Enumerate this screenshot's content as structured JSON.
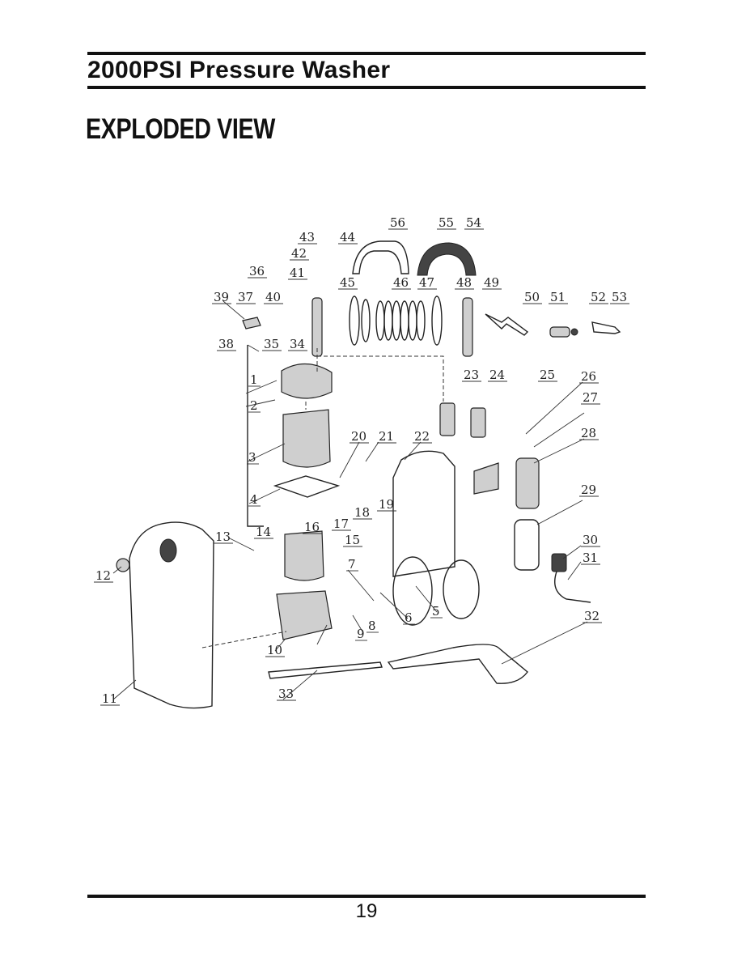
{
  "header": {
    "title": "2000PSI Pressure Washer"
  },
  "section": {
    "title": "EXPLODED VIEW"
  },
  "footer": {
    "page_number": "19"
  },
  "callouts": [
    "1",
    "2",
    "3",
    "4",
    "5",
    "6",
    "7",
    "8",
    "9",
    "10",
    "11",
    "12",
    "13",
    "14",
    "15",
    "16",
    "17",
    "18",
    "19",
    "20",
    "21",
    "22",
    "23",
    "24",
    "25",
    "26",
    "27",
    "28",
    "29",
    "30",
    "31",
    "32",
    "33",
    "34",
    "35",
    "36",
    "37",
    "38",
    "39",
    "40",
    "41",
    "42",
    "43",
    "44",
    "45",
    "46",
    "47",
    "48",
    "49",
    "50",
    "51",
    "52",
    "53",
    "54",
    "55",
    "56"
  ],
  "colors": {
    "ink": "#111111",
    "paper": "#ffffff",
    "shade": "#cfcfcf"
  }
}
